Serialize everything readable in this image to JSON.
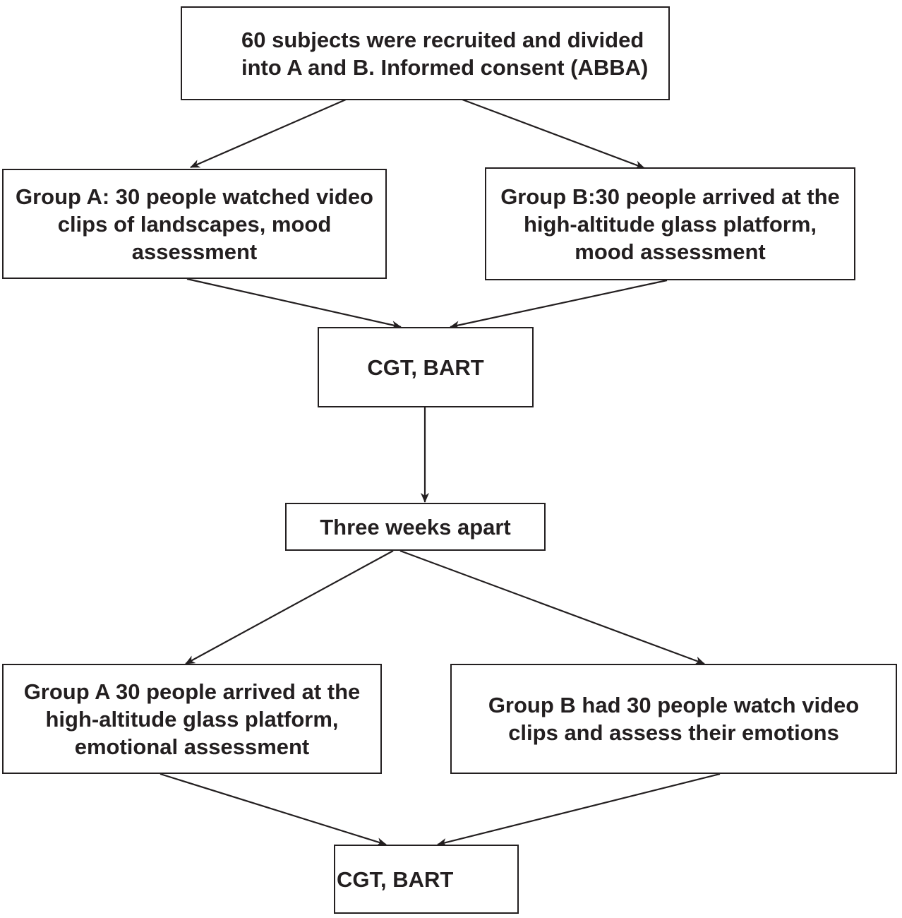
{
  "flowchart": {
    "recruit": "60 subjects were recruited and divided into A and B. Informed consent (ABBA)",
    "group_a_first": "Group A: 30 people watched video clips of landscapes, mood assessment",
    "group_b_first": "Group B:30 people arrived at the high-altitude glass platform, mood assessment",
    "tests_first": "CGT, BART",
    "interval": "Three weeks apart",
    "group_a_second": "Group A 30 people arrived at the high-altitude glass platform, emotional assessment",
    "group_b_second": "Group B had 30 people watch video clips and assess their emotions",
    "tests_second": "CGT, BART"
  },
  "colors": {
    "stroke": "#231f20",
    "background": "#ffffff"
  }
}
